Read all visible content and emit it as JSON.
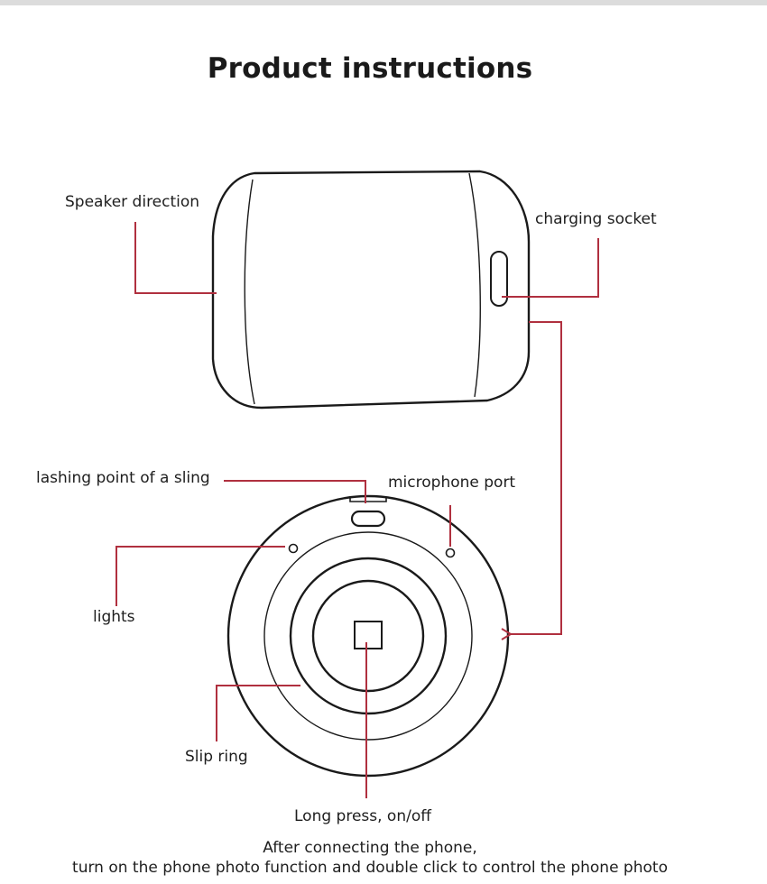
{
  "title": "Product instructions",
  "labels": {
    "speaker_direction": "Speaker direction",
    "charging_socket": "charging socket",
    "lashing_point": "lashing point of a sling",
    "microphone_port": "microphone port",
    "lights": "lights",
    "slip_ring": "Slip ring",
    "long_press": "Long press, on/off"
  },
  "footer": {
    "line1": "After connecting the phone,",
    "line2": "turn on the phone photo function and double click to control the phone photo"
  },
  "colors": {
    "leader_line": "#b0303f",
    "outline": "#1a1a1a"
  }
}
